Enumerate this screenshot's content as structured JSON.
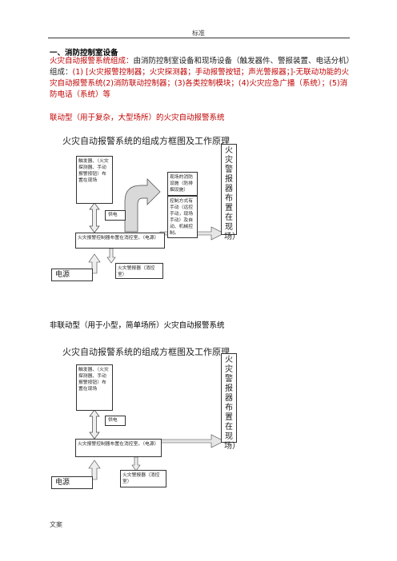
{
  "page": {
    "header": "标准",
    "footer": "文案"
  },
  "section": {
    "title": "一、消防控制室设备",
    "intro_part1": "火灾自动报警系统组成：",
    "intro_part2": "由消防控制室设备和现场设备（触发器件、警报装置、电话分机）组成：",
    "intro_part3": "(1) [火灾报警控制器；火灾探测器；手动报警按钮；声光警报器；]-无联动功能的火灾自动报警系统(2)消防联动控制器；(3)各类控制模块；(4)火灾应急广播（系统）；(5)消防电话（系统）等"
  },
  "diagram1": {
    "heading": "联动型（用于复杂，大型场所）的火灾自动报警系统",
    "title": "火灾自动报警系统的组成方框图及工作原理",
    "trigger": "触发器、（火灾探测器、手动报警按钮）布置在现场",
    "supply_label": "供电",
    "controller": "火灾报警控制器布置在消控室。（电源）",
    "alarm_device": "火灾警报器（消控室）",
    "power": "电源",
    "onsite_label": "火灾警报器布置在现场）",
    "facility": "现场的消防设施（防排烟设施）",
    "control_modes": "控制方式有手动（远控手动，现场手动）及自动、机械控制。"
  },
  "diagram2": {
    "heading": "非联动型（用于小型，简单场所）火灾自动报警系统",
    "title": "火灾自动报警系统的组成方框图及工作原理",
    "trigger": "触发器、（火灾探测器、手动报警按钮）布置在现场",
    "supply_label": "供电",
    "controller": "火灾报警控制器布置在消控室。（电源）",
    "alarm_device": "火灾警报器（消控室）",
    "power": "电源",
    "onsite_label": "火灾警报器布置在现场）"
  },
  "colors": {
    "accent_red": "#c00000",
    "arrow_gray": "#d9d9d9"
  }
}
